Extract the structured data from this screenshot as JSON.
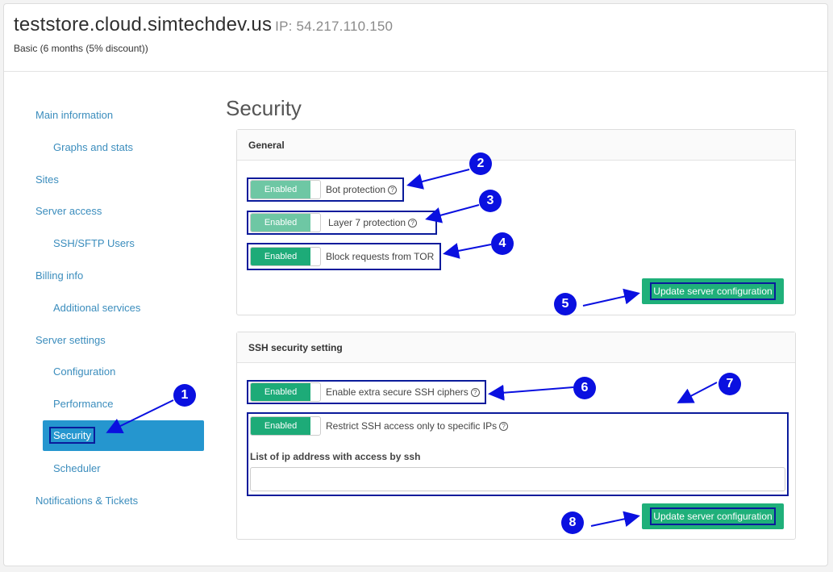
{
  "header": {
    "domain": "teststore.cloud.simtechdev.us",
    "ip": "IP: 54.217.110.150",
    "plan": "Basic (6 months (5% discount))"
  },
  "sidebar": {
    "items": [
      {
        "label": "Main information"
      },
      {
        "label": "Graphs and stats"
      },
      {
        "label": "Sites"
      },
      {
        "label": "Server access"
      },
      {
        "label": "SSH/SFTP Users"
      },
      {
        "label": "Billing info"
      },
      {
        "label": "Additional services"
      },
      {
        "label": "Server settings"
      },
      {
        "label": "Configuration"
      },
      {
        "label": "Performance"
      },
      {
        "label": "Security"
      },
      {
        "label": "Scheduler"
      },
      {
        "label": "Notifications & Tickets"
      }
    ],
    "active": "Security"
  },
  "main": {
    "title": "Security",
    "general": {
      "heading": "General",
      "toggles": [
        {
          "state": "Enabled",
          "label": "Bot protection"
        },
        {
          "state": "Enabled",
          "label": "Layer 7 protection"
        },
        {
          "state": "Enabled",
          "label": "Block requests from TOR"
        }
      ],
      "button": "Update server configuration"
    },
    "ssh": {
      "heading": "SSH security setting",
      "toggles": [
        {
          "state": "Enabled",
          "label": "Enable extra secure SSH ciphers"
        },
        {
          "state": "Enabled",
          "label": "Restrict SSH access only to specific IPs"
        }
      ],
      "ip_list_label": "List of ip address with access by ssh",
      "ip_list_value": "",
      "button": "Update server configuration"
    }
  },
  "annotations": {
    "markers": [
      "1",
      "2",
      "3",
      "4",
      "5",
      "6",
      "7",
      "8"
    ],
    "color": "#0a10e0"
  },
  "colors": {
    "accent": "#2596cf",
    "success": "#1fb07a",
    "link": "#3b8dbd",
    "highlight_border": "#0a1b9b"
  }
}
